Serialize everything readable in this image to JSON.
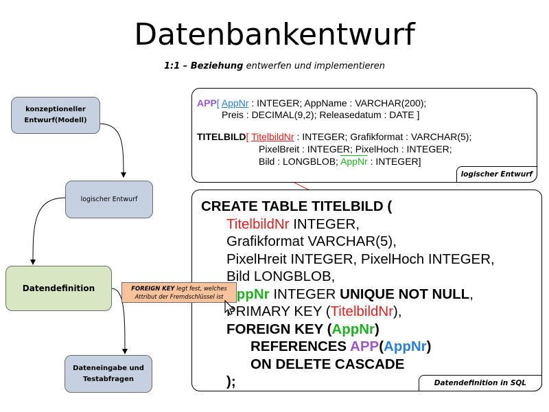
{
  "title": "Datenbankentwurf",
  "subtitle": {
    "bold": "1:1 – Beziehung",
    "rest": "entwerfen und implementieren"
  },
  "steps": {
    "konzept": "konzeptioneller Entwurf(Modell)",
    "logisch": "logischer Entwurf",
    "datendef": "Datendefinition",
    "eingabe": "Dateneingabe und Testabfragen"
  },
  "logical": {
    "app_name": "APP",
    "app_open": "[ ",
    "app_key": "AppNr",
    "app_line1_rest": " : INTEGER; AppName : VARCHAR(200);",
    "app_line2": "Preis : DECIMAL(9,2); Releasedatum : DATE ]",
    "tb_name": "TITELBILD",
    "tb_open": "[ ",
    "tb_key": "TitelbildNr",
    "tb_line1_rest": " : INTEGER; Grafikformat : VARCHAR(5);",
    "tb_line2": "PixelBreit : INTEGER; PixelHoch : INTEGER;",
    "tb_line3_a": "Bild : LONGBLOB; ",
    "tb_fk": "AppNr",
    "tb_line3_b": " : INTEGER]",
    "tag": "logischer Entwurf"
  },
  "sql": {
    "l1": "CREATE TABLE TITELBILD (",
    "l2_col": "TitelbildNr",
    "l2_rest": " INTEGER,",
    "l3": "Grafikformat VARCHAR(5),",
    "l4": "PixelHreit INTEGER, PixelHoch INTEGER,",
    "l5": "Bild LONGBLOB,",
    "l6_col": "AppNr",
    "l6_type": " INTEGER ",
    "l6_rest": "UNIQUE NOT NULL",
    "l6_end": ",",
    "l7_a": "PRIMARY KEY (",
    "l7_col": "TitelbildNr",
    "l7_b": "),",
    "l8_a": "FOREIGN KEY (",
    "l8_col": "AppNr",
    "l8_b": ")",
    "l9_a": "REFERENCES ",
    "l9_tbl": "APP",
    "l9_b": "(",
    "l9_col": "AppNr",
    "l9_c": ")",
    "l10": "ON DELETE CASCADE",
    "l11": ");",
    "tag": "Datendefinition in SQL"
  },
  "note": {
    "bold": "FOREIGN KEY",
    "rest": " legt fest, welches Attribut der Fremdschlüssel ist"
  }
}
